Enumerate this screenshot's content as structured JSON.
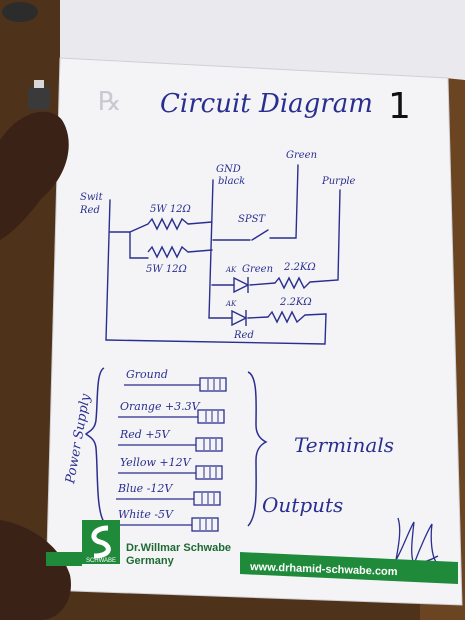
{
  "page_number": "1",
  "prescription_mark": "℞",
  "title": "Circuit Diagram",
  "labels": {
    "gnd": "GND",
    "black": "black",
    "green_wire": "Green",
    "purple_wire": "Purple",
    "switch": "Swit",
    "switch_red": "Red",
    "r1": "5W 12Ω",
    "r2": "5W 12Ω",
    "spst": "SPST",
    "led_green_tag": "AK",
    "led_green": "Green",
    "r3": "2.2KΩ",
    "led_red_tag": "AK",
    "led_red": "Red",
    "r4": "2.2KΩ"
  },
  "power_supply": {
    "bracket_label": "Power Supply",
    "rows": [
      {
        "label": "Ground"
      },
      {
        "label": "Orange +3.3V"
      },
      {
        "label": "Red +5V"
      },
      {
        "label": "Yellow +12V"
      },
      {
        "label": "Blue -12V"
      },
      {
        "label": "White -5V"
      }
    ],
    "terminals_label": "Terminals",
    "outputs_label": "Outputs"
  },
  "footer": {
    "brand_line1": "Dr.Willmar Schwabe",
    "brand_line2": "Germany",
    "logo_text": "SCHWABE",
    "website": "www.drhamid-schwabe.com"
  },
  "colors": {
    "ink": "#2a2f8f",
    "brand_green": "#1f8a3a",
    "paper": "#f4f4f6",
    "wood": "#5a3a1f"
  }
}
